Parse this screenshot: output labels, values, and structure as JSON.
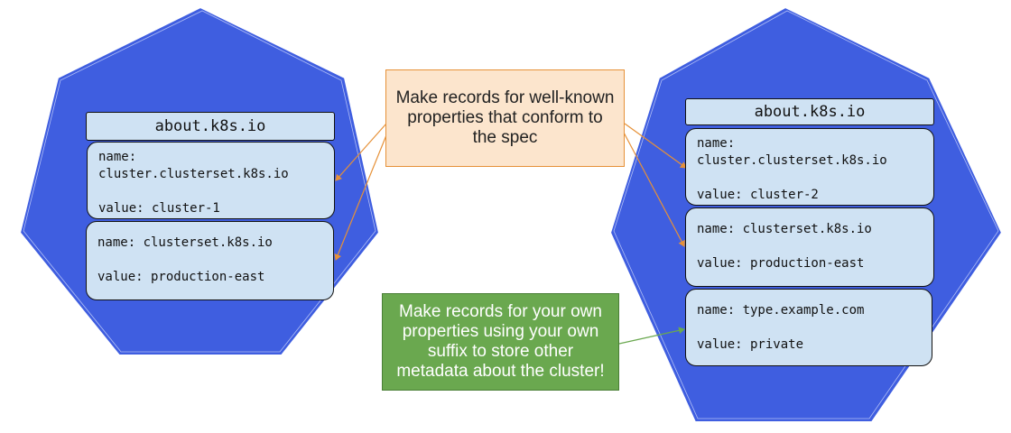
{
  "left_cluster": {
    "header": "about.k8s.io",
    "records": [
      {
        "name_line": "name:",
        "name_value": "cluster.clusterset.k8s.io",
        "value_line": "value: cluster-1"
      },
      {
        "name_line": "name: clusterset.k8s.io",
        "value_line": "value: production-east"
      }
    ]
  },
  "right_cluster": {
    "header": "about.k8s.io",
    "records": [
      {
        "name_line": "name:",
        "name_value": "cluster.clusterset.k8s.io",
        "value_line": "value: cluster-2"
      },
      {
        "name_line": "name: clusterset.k8s.io",
        "value_line": "value: production-east"
      },
      {
        "name_line": "name: type.example.com",
        "value_line": "value: private"
      }
    ]
  },
  "callouts": {
    "well_known": "Make records for well-known properties that conform to the spec",
    "own_properties": "Make records for your own properties using your own suffix to store other metadata about the cluster!"
  },
  "colors": {
    "heptagon_fill": "#3f5ee0",
    "record_fill": "#cfe2f3",
    "orange_callout": "#fce5cd",
    "orange_border": "#e69138",
    "green_callout": "#6aa84f",
    "arrow_orange": "#e69138",
    "arrow_green": "#6aa84f"
  }
}
